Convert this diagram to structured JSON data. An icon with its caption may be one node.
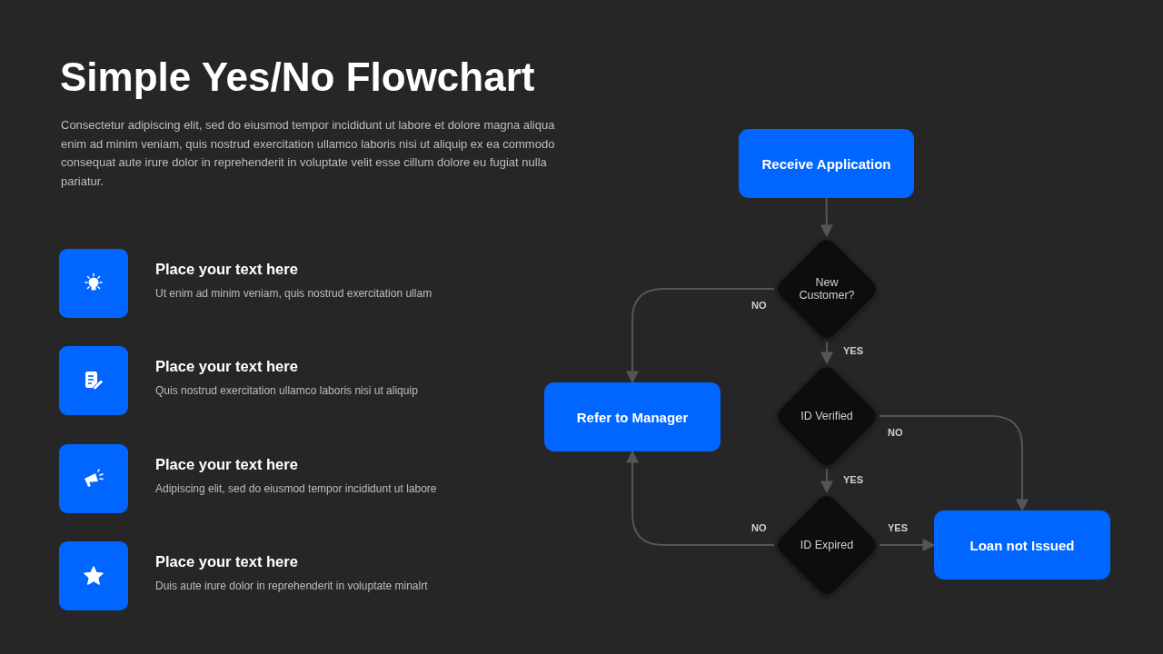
{
  "diagram": {
    "title": "Simple Yes/No Flowchart",
    "nodes": [
      {
        "text": [
          "Receive Application"
        ]
      },
      {
        "text": [
          "New Customer?"
        ]
      },
      {
        "text": [
          "Refer to Manager"
        ]
      },
      {
        "text": [
          "ID Verified"
        ]
      },
      {
        "text": [
          "ID Expired"
        ]
      },
      {
        "text": [
          "Loan not Issued"
        ]
      }
    ],
    "edges": [
      {
        "from": 0,
        "to": 1,
        "arrow": "to"
      },
      {
        "from": 1,
        "to": 2,
        "arrow": "to",
        "label": "NO"
      },
      {
        "from": 1,
        "to": 3,
        "arrow": "to",
        "label": "YES"
      },
      {
        "from": 3,
        "to": 5,
        "arrow": "to",
        "label": "NO"
      },
      {
        "from": 3,
        "to": 4,
        "arrow": "to",
        "label": "YES"
      },
      {
        "from": 4,
        "to": 2,
        "arrow": "to",
        "label": "NO"
      },
      {
        "from": 4,
        "to": 5,
        "arrow": "to",
        "label": "YES"
      }
    ],
    "labels": [
      "Consectetur adipiscing elit, sed do eiusmod tempor incididunt ut labore et dolore magna aliqua enim ad minim veniam, quis nostrud exercitation ullamco laboris nisi ut aliquip ex ea commodo consequat aute irure dolor in reprehenderit in voluptate velit esse cillum dolore eu fugiat nulla pariatur.",
      "Place your text here",
      "Ut enim ad minim veniam, quis nostrud exercitation ullam",
      "Place your text here",
      "Quis nostrud exercitation ullamco laboris nisi ut aliquip",
      "Place your text here",
      "Adipiscing elit, sed do eiusmod tempor incididunt ut labore",
      "Place your text here",
      "Duis aute irure dolor in reprehenderit in voluptate minalrt"
    ]
  }
}
